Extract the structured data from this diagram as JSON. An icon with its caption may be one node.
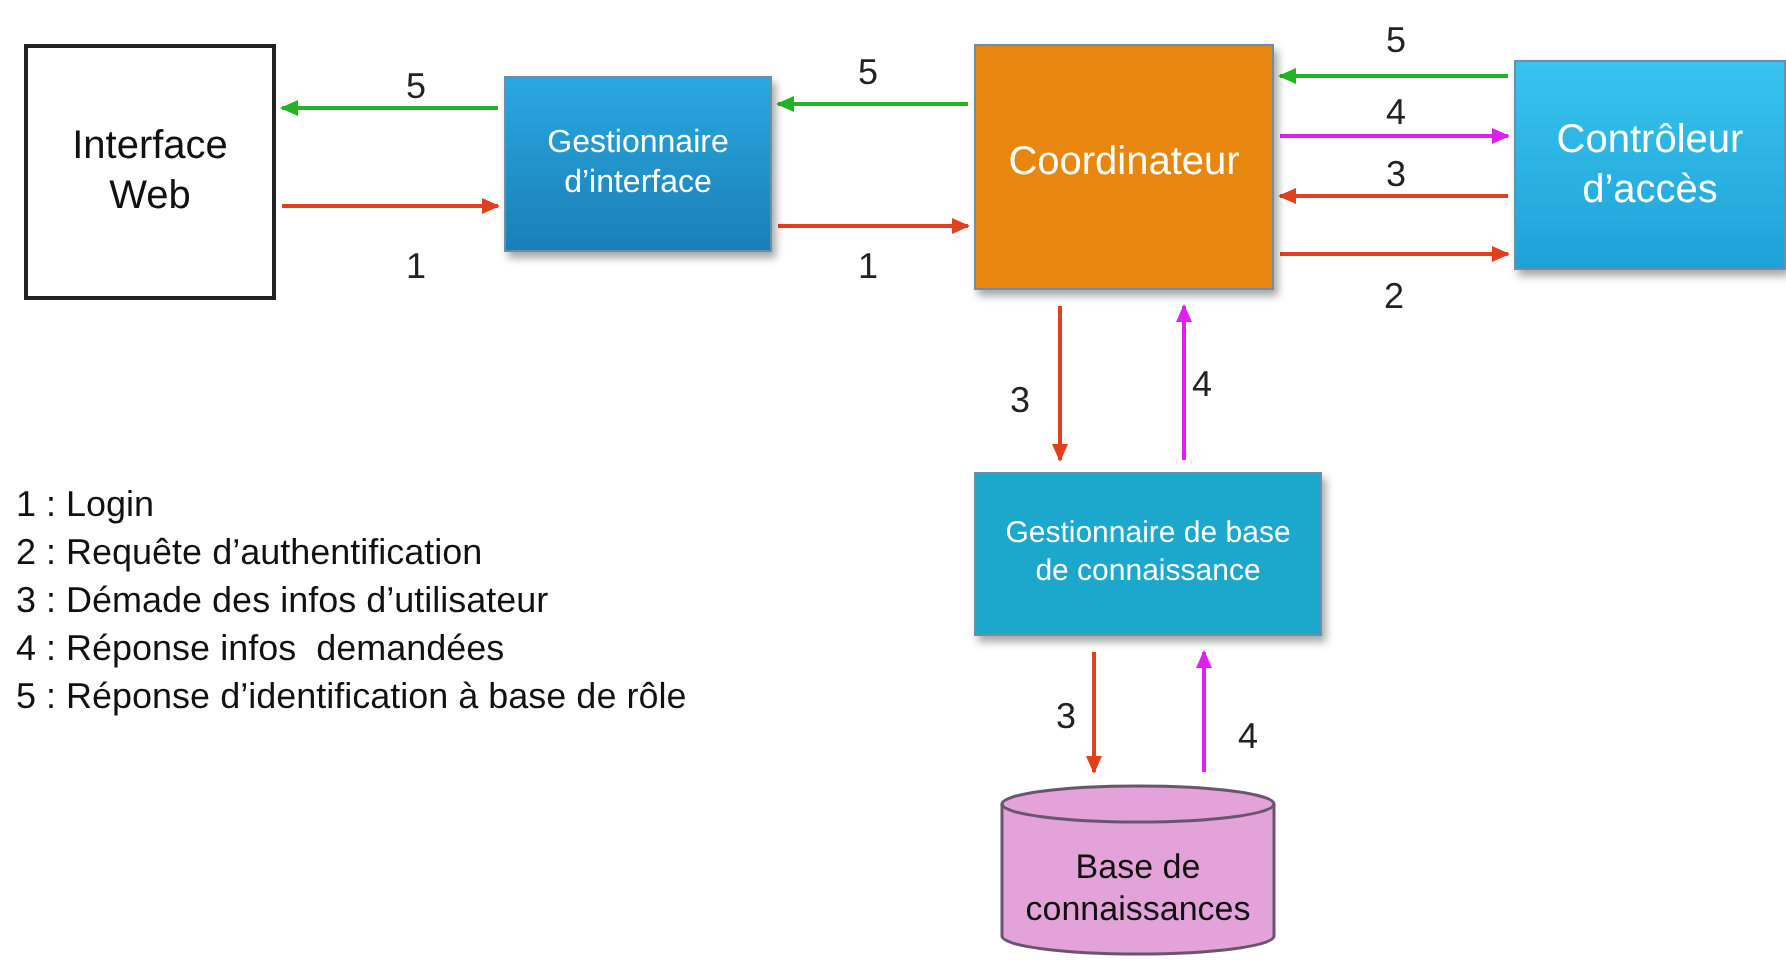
{
  "diagram": {
    "nodes": [
      {
        "text": [
          "Interface Web"
        ]
      },
      {
        "text": [
          "Gestionnaire d’interface"
        ]
      },
      {
        "text": [
          "Coordinateur"
        ]
      },
      {
        "text": [
          "Contrôleur d’accès"
        ]
      },
      {
        "text": [
          "Gestionnaire de base de connaissance"
        ]
      },
      {
        "text": [
          "Base de connaissances"
        ]
      }
    ],
    "edges": [
      {
        "from": 1,
        "to": 0,
        "arrow": "to",
        "label": "5",
        "color": "#22b422"
      },
      {
        "from": 0,
        "to": 1,
        "arrow": "to",
        "label": "1"
      },
      {
        "from": 2,
        "to": 1,
        "arrow": "to",
        "label": "5",
        "color": "#22b422"
      },
      {
        "from": 1,
        "to": 2,
        "arrow": "to",
        "label": "1"
      },
      {
        "from": 3,
        "to": 2,
        "arrow": "to",
        "label": "5",
        "color": "#22b422"
      },
      {
        "from": 2,
        "to": 3,
        "arrow": "to",
        "label": "4",
        "color": "#e020f0"
      },
      {
        "from": 3,
        "to": 2,
        "arrow": "to",
        "label": "3"
      },
      {
        "from": 2,
        "to": 3,
        "arrow": "to",
        "label": "2"
      },
      {
        "from": 2,
        "to": 4,
        "arrow": "to",
        "label": "3"
      },
      {
        "from": 4,
        "to": 2,
        "arrow": "to",
        "label": "4",
        "color": "#e020f0"
      },
      {
        "from": 4,
        "to": 5,
        "arrow": "to",
        "label": "3"
      },
      {
        "from": 5,
        "to": 4,
        "arrow": "to",
        "label": "4",
        "color": "#e020f0"
      }
    ],
    "labels": [
      "1 : Login",
      "2 : Requête d’authentification",
      "3 : Démade des infos d’utilisateur",
      "4 : Réponse infos  demandées",
      "5 : Réponse d’identification à base de rôle"
    ]
  }
}
